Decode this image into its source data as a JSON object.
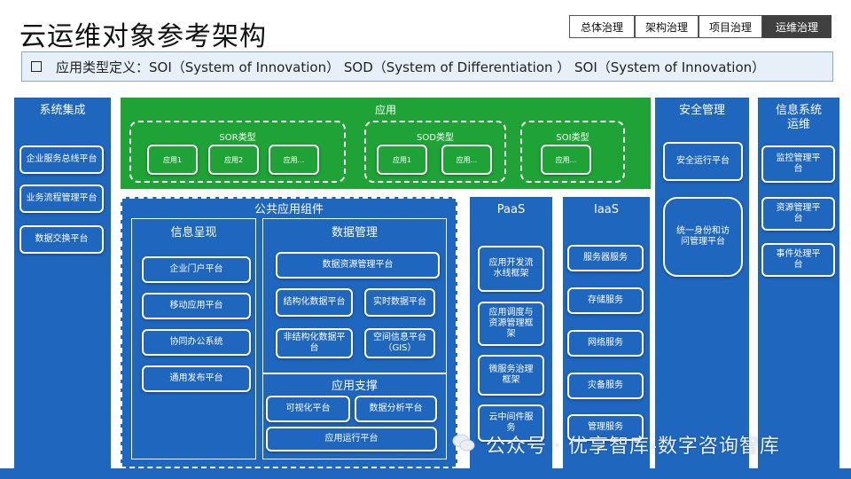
{
  "title": "云运维对象参考架构",
  "nav_tabs": [
    "总体治理",
    "架构治理",
    "项目治理",
    "运维治理"
  ],
  "definition": "应用类型定义：SOI（System of Innovation）   SOD（System of Differentiation ）   SOI（System of Innovation）",
  "system_integration": {
    "title": "系统集成",
    "items": [
      "企业服务总线平台",
      "业务流程管理平台",
      "数据交换平台"
    ]
  },
  "application": {
    "title": "应用",
    "groups": [
      {
        "title": "SOR类型",
        "items": [
          "应用1",
          "应用2",
          "应用..."
        ]
      },
      {
        "title": "SOD类型",
        "items": [
          "应用1",
          "应用..."
        ]
      },
      {
        "title": "SOI类型",
        "items": [
          "应用..."
        ]
      }
    ]
  },
  "common_components": {
    "title": "公共应用组件",
    "info_presentation": {
      "title": "信息呈现",
      "items": [
        "企业门户平台",
        "移动应用平台",
        "协同办公系统",
        "通用发布平台"
      ]
    },
    "data_management": {
      "title": "数据管理",
      "items": [
        "数据资源管理平台",
        "结构化数据平台",
        "实时数据平台",
        "非结构化数据平台",
        "空间信息平台（GIS）"
      ]
    },
    "app_support": {
      "title": "应用支撑",
      "items": [
        "可视化平台",
        "数据分析平台",
        "应用运行平台"
      ]
    }
  },
  "paas": {
    "title": "PaaS",
    "items": [
      "应用开发流水线框架",
      "应用调度与资源管理框架",
      "微服务治理框架",
      "云中间件服务"
    ]
  },
  "iaas": {
    "title": "IaaS",
    "items": [
      "服务器服务",
      "存储服务",
      "网络服务",
      "灾备服务",
      "管理服务"
    ]
  },
  "security": {
    "title": "安全管理",
    "items": [
      "安全运行平台",
      "统一身份和访问管理平台"
    ]
  },
  "it_ops": {
    "title": "信息系统运维",
    "items": [
      "监控管理平台",
      "资源管理平台",
      "事件处理平台"
    ]
  },
  "watermark": "公众号 · 优享智库-数字咨询智库",
  "colors": {
    "primary_blue": "#1f66be",
    "green": "#1fa336",
    "nav_active": "#404040",
    "def_bg": "#e7f0f8"
  }
}
